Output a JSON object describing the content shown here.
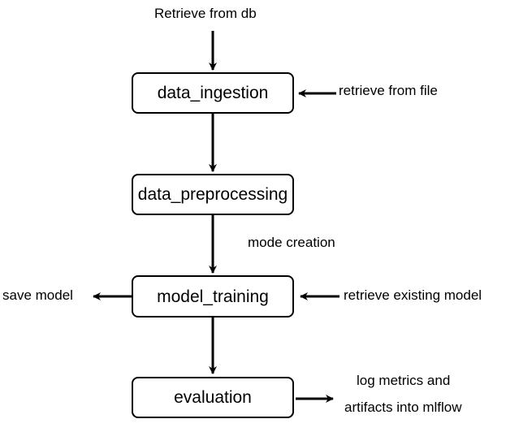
{
  "nodes": {
    "data_ingestion": "data_ingestion",
    "data_preprocessing": "data_preprocessing",
    "model_training": "model_training",
    "evaluation": "evaluation"
  },
  "labels": {
    "retrieve_from_db": "Retrieve from db",
    "retrieve_from_file": "retrieve from file",
    "mode_creation": "mode creation",
    "save_model": "save model",
    "retrieve_existing_model": "retrieve existing model",
    "log_metrics_line1": "log metrics and",
    "log_metrics_line2": "artifacts into mlflow"
  }
}
